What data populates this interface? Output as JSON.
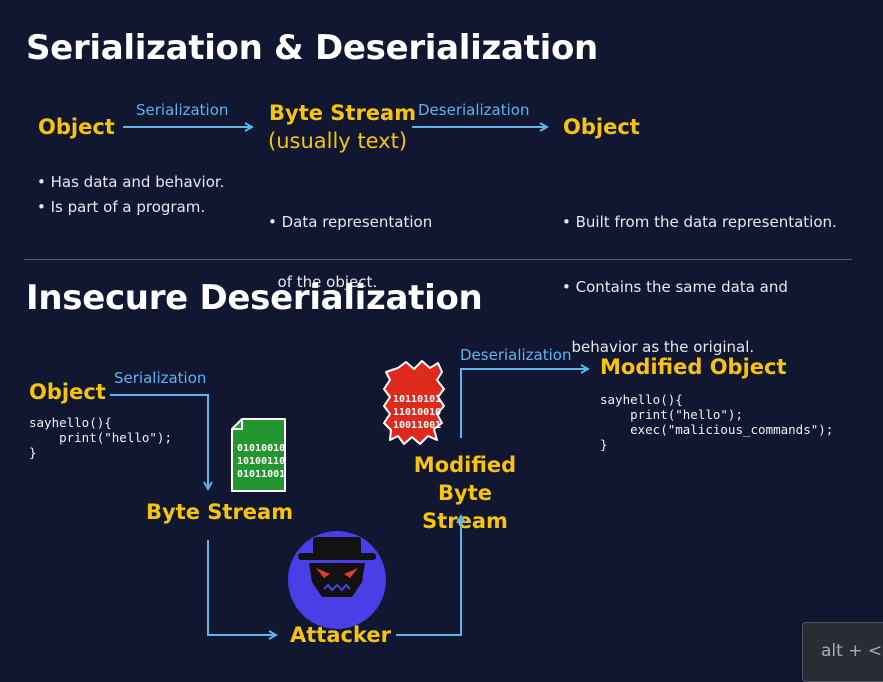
{
  "section1": {
    "title": "Serialization & Deserialization",
    "object_left": "Object",
    "serialization_label": "Serialization",
    "byte_stream": "Byte Stream",
    "byte_stream_sub": "(usually text)",
    "deserialization_label": "Deserialization",
    "object_right": "Object",
    "bullets_left": [
      "• Has data and behavior.",
      "• Is part of a program."
    ],
    "bullets_middle": [
      "• Data representation",
      "  of the object."
    ],
    "bullets_right": [
      "• Built from the data representation.",
      "• Contains the same data and",
      "  behavior as the original."
    ]
  },
  "section2": {
    "title": "Insecure Deserialization",
    "object": "Object",
    "serialization_label": "Serialization",
    "object_code": "sayhello(){\n    print(\"hello\");\n}",
    "green_doc": [
      "01010010",
      "10100110",
      "01011001"
    ],
    "byte_stream": "Byte Stream",
    "attacker": "Attacker",
    "red_doc": [
      "10110101",
      "11010010",
      "10011001"
    ],
    "modified_byte_stream_1": "Modified",
    "modified_byte_stream_2": "Byte Stream",
    "deserialization_label": "Deserialization",
    "modified_object": "Modified Object",
    "modified_code": "sayhello(){\n    print(\"hello\");\n    exec(\"malicious_commands\");\n}"
  },
  "key_hint": "alt + <",
  "colors": {
    "background": "#111631",
    "accent_yellow": "#f6c40f",
    "arrow_blue": "#5fb4ee",
    "attacker_purple": "#4a3ee6",
    "doc_green": "#23962f",
    "doc_red": "#de2a1c"
  }
}
